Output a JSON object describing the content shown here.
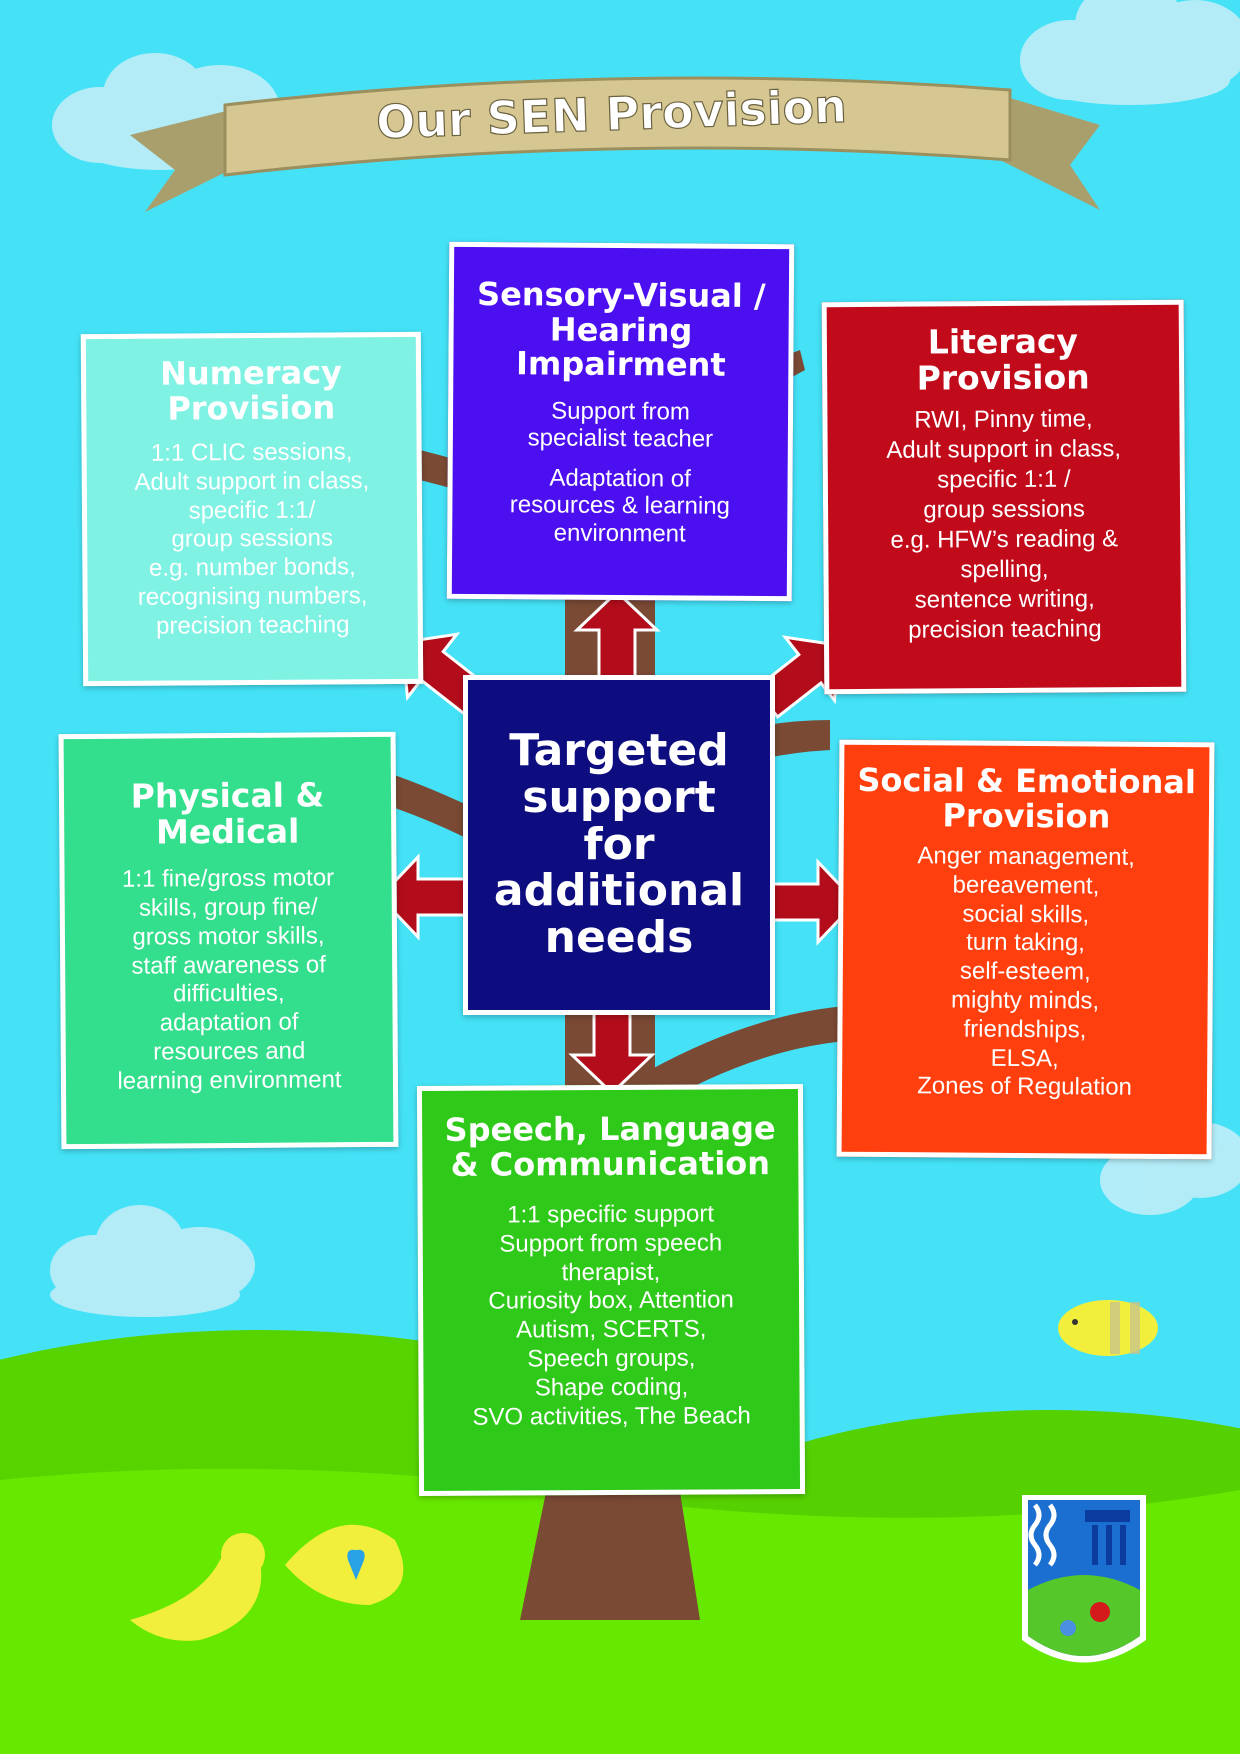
{
  "banner": {
    "title": "Our SEN Provision"
  },
  "colors": {
    "sky": "#45e2f7",
    "hill": "#66e800",
    "trunk": "#7a4a35",
    "center": "#0d0d80",
    "sensory": "#4b0ff0",
    "literacy": "#c10a1a",
    "numeracy": "#7ff2e4",
    "physical": "#33de8c",
    "social": "#ff3f0d",
    "speech": "#2fc91a",
    "arrow": "#b30d1b"
  },
  "center": {
    "lines": [
      "Targeted",
      "support",
      "for",
      "additional",
      "needs"
    ]
  },
  "sensory": {
    "title_lines": [
      "Sensory-Visual /",
      "Hearing",
      "Impairment"
    ],
    "body_lines": [
      "Support from",
      "specialist teacher"
    ],
    "body2_lines": [
      "Adaptation of",
      "resources & learning",
      "environment"
    ]
  },
  "numeracy": {
    "title_lines": [
      "Numeracy",
      "Provision"
    ],
    "body_lines": [
      "1:1 CLIC sessions,",
      "Adult support in class,",
      "specific 1:1/",
      "group sessions",
      "e.g. number bonds,",
      "recognising numbers,",
      "precision teaching"
    ]
  },
  "literacy": {
    "title_lines": [
      "Literacy",
      "Provision"
    ],
    "body_lines": [
      "RWI, Pinny time,",
      "Adult support in class,",
      "specific 1:1 /",
      "group sessions",
      "e.g. HFW’s reading &",
      "spelling,",
      "sentence writing,",
      "precision teaching"
    ]
  },
  "physical": {
    "title_lines": [
      "Physical &",
      "Medical"
    ],
    "body_lines": [
      "1:1 fine/gross motor",
      "skills, group fine/",
      "gross motor skills,",
      "staff awareness of",
      "difficulties,",
      "adaptation of",
      "resources and",
      "learning environment"
    ]
  },
  "social": {
    "title_lines": [
      "Social &  Emotional",
      "Provision"
    ],
    "body_lines": [
      "Anger management,",
      "bereavement,",
      "social skills,",
      "turn taking,",
      "self-esteem,",
      "mighty minds,",
      "friendships,",
      "ELSA,",
      "Zones of Regulation"
    ]
  },
  "speech": {
    "title_lines": [
      "Speech, Language",
      "& Communication"
    ],
    "body_lines": [
      "1:1 specific support",
      "Support from speech",
      "therapist,",
      "Curiosity box, Attention",
      "Autism, SCERTS,",
      "Speech groups,",
      "Shape coding,",
      "SVO activities, The Beach"
    ]
  }
}
